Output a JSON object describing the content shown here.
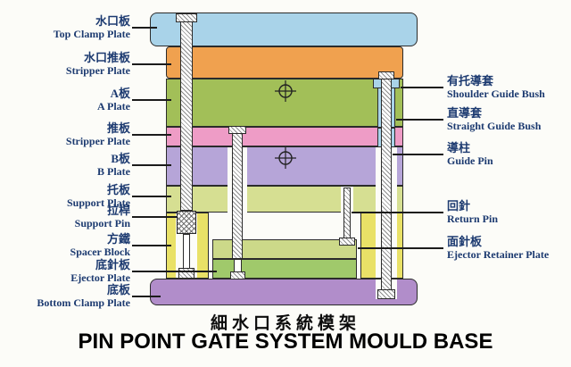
{
  "page": {
    "title_cn": "細水口系統模架",
    "title_en": "PIN POINT GATE SYSTEM MOULD BASE"
  },
  "left_labels": [
    {
      "cn": "水口板",
      "en": "Top Clamp Plate"
    },
    {
      "cn": "水口推板",
      "en": "Stripper Plate"
    },
    {
      "cn": "A板",
      "en": "A Plate"
    },
    {
      "cn": "推板",
      "en": "Stripper Plate"
    },
    {
      "cn": "B板",
      "en": "B Plate"
    },
    {
      "cn": "托板",
      "en": "Support Plate"
    },
    {
      "cn": "拉桿",
      "en": "Support Pin"
    },
    {
      "cn": "方鐵",
      "en": "Spacer Block"
    },
    {
      "cn": "底針板",
      "en": "Ejector Plate"
    },
    {
      "cn": "底板",
      "en": "Bottom Clamp Plate"
    }
  ],
  "right_labels": [
    {
      "cn": "有托導套",
      "en": "Shoulder Guide Bush"
    },
    {
      "cn": "直導套",
      "en": "Straight Guide Bush"
    },
    {
      "cn": "導柱",
      "en": "Guide Pin"
    },
    {
      "cn": "回針",
      "en": "Return Pin"
    },
    {
      "cn": "面針板",
      "en": "Ejector Retainer Plate"
    }
  ],
  "colors": {
    "top_clamp_plate": "#a9d3e9",
    "stripper_plate_upper": "#f0a14f",
    "a_plate": "#a2bf58",
    "stripper_plate_mid": "#ee9cc6",
    "b_plate": "#b6a5d8",
    "support_plate": "#d6df92",
    "spacer_block": "#e9e167",
    "ejector_retainer_plate": "#ccd989",
    "ejector_plate": "#a0c96b",
    "bottom_clamp_plate": "#b18dca",
    "guide_bush": "#a9d3e9",
    "label_text": "#1c3a70"
  }
}
